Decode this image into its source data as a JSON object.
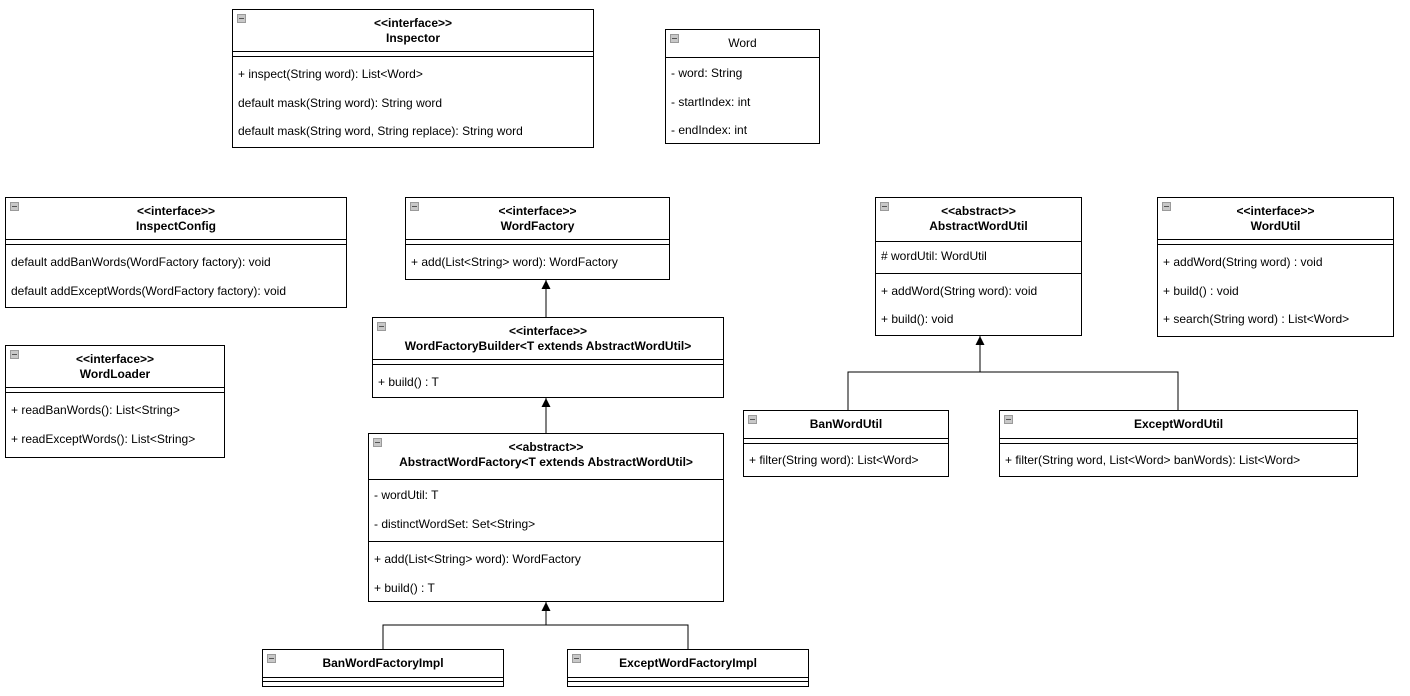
{
  "classes": {
    "inspector": {
      "stereotype": "<<interface>>",
      "name": "Inspector",
      "attributes": [],
      "methods": [
        "+ inspect(String word): List<Word>",
        "default mask(String word): String word",
        "default mask(String word, String replace): String word"
      ]
    },
    "word": {
      "stereotype": "",
      "name": "Word",
      "attributes": [
        "- word: String",
        "- startIndex: int",
        "- endIndex: int"
      ],
      "methods": []
    },
    "inspect_config": {
      "stereotype": "<<interface>>",
      "name": "InspectConfig",
      "attributes": [],
      "methods": [
        "default addBanWords(WordFactory factory): void",
        "default addExceptWords(WordFactory factory): void"
      ]
    },
    "word_loader": {
      "stereotype": "<<interface>>",
      "name": "WordLoader",
      "attributes": [],
      "methods": [
        "+ readBanWords(): List<String>",
        "+ readExceptWords(): List<String>"
      ]
    },
    "word_factory": {
      "stereotype": "<<interface>>",
      "name": "WordFactory",
      "attributes": [],
      "methods": [
        "+ add(List<String> word): WordFactory"
      ]
    },
    "word_factory_builder": {
      "stereotype": "<<interface>>",
      "name": "WordFactoryBuilder<T extends AbstractWordUtil>",
      "attributes": [],
      "methods": [
        "+ build() : T"
      ]
    },
    "abstract_word_factory": {
      "stereotype": "<<abstract>>",
      "name": "AbstractWordFactory<T extends AbstractWordUtil>",
      "attributes": [
        "- wordUtil: T",
        "- distinctWordSet: Set<String>"
      ],
      "methods": [
        "+ add(List<String> word): WordFactory",
        "+ build() : T"
      ]
    },
    "ban_word_factory_impl": {
      "stereotype": "",
      "name": "BanWordFactoryImpl",
      "attributes": [],
      "methods": []
    },
    "except_word_factory_impl": {
      "stereotype": "",
      "name": "ExceptWordFactoryImpl",
      "attributes": [],
      "methods": []
    },
    "abstract_word_util": {
      "stereotype": "<<abstract>>",
      "name": "AbstractWordUtil",
      "attributes": [
        "# wordUtil: WordUtil"
      ],
      "methods": [
        "+ addWord(String word): void",
        "+ build(): void"
      ]
    },
    "word_util": {
      "stereotype": "<<interface>>",
      "name": "WordUtil",
      "attributes": [],
      "methods": [
        "+ addWord(String word) : void",
        "+ build() : void",
        "+ search(String word) : List<Word>"
      ]
    },
    "ban_word_util": {
      "stereotype": "",
      "name": "BanWordUtil",
      "attributes": [],
      "methods": [
        "+ filter(String word): List<Word>"
      ]
    },
    "except_word_util": {
      "stereotype": "",
      "name": "ExceptWordUtil",
      "attributes": [],
      "methods": [
        "+ filter(String word, List<Word> banWords): List<Word>"
      ]
    }
  },
  "relations": [
    {
      "from": "word_factory_builder",
      "to": "word_factory",
      "type": "inheritance"
    },
    {
      "from": "abstract_word_factory",
      "to": "word_factory_builder",
      "type": "inheritance"
    },
    {
      "from": "ban_word_factory_impl",
      "to": "abstract_word_factory",
      "type": "inheritance"
    },
    {
      "from": "except_word_factory_impl",
      "to": "abstract_word_factory",
      "type": "inheritance"
    },
    {
      "from": "ban_word_util",
      "to": "abstract_word_util",
      "type": "inheritance"
    },
    {
      "from": "except_word_util",
      "to": "abstract_word_util",
      "type": "inheritance"
    }
  ]
}
